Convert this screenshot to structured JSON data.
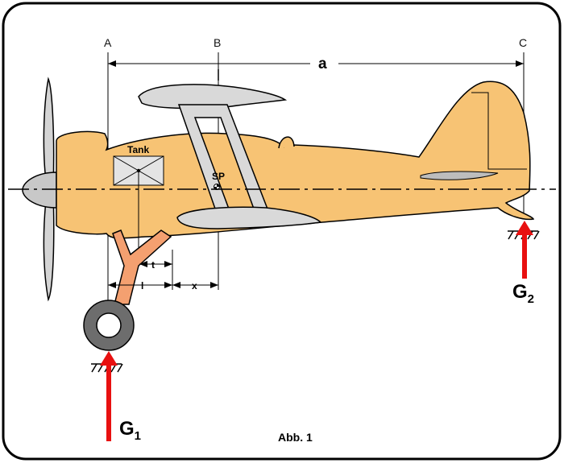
{
  "figure": {
    "caption": "Abb. 1",
    "reference_lines": [
      "A",
      "B",
      "C"
    ],
    "dimension_main": "a",
    "dimension_small": [
      "t",
      "l",
      "x"
    ],
    "tank_label": "Tank",
    "cg_label": "SP",
    "forces": [
      {
        "symbol": "G",
        "subscript": "1"
      },
      {
        "symbol": "G",
        "subscript": "2"
      }
    ],
    "colors": {
      "fuselage": "#f7c374",
      "wing": "#d9d9d9",
      "gear_strut": "#f4a070",
      "wheel": "#6d6d6d",
      "force_arrow": "#e81010",
      "outline": "#000000",
      "frame": "#000000"
    }
  }
}
